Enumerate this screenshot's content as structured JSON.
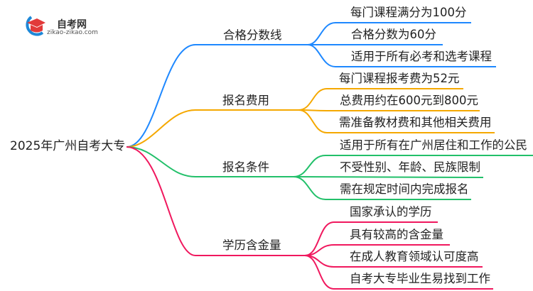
{
  "logo": {
    "title": "自考网",
    "url": "zikao-zikao.com"
  },
  "root": {
    "label": "2025年广州自考大专"
  },
  "colors": {
    "b1": "#1E88FF",
    "b2": "#F5A800",
    "b3": "#22C06A",
    "b4": "#F0185E"
  },
  "branches": [
    {
      "label": "合格分数线",
      "children": [
        "每门课程满分为100分",
        "合格分数为60分",
        "适用于所有必考和选考课程"
      ]
    },
    {
      "label": "报名费用",
      "children": [
        "每门课程报考费为52元",
        "总费用约在600元到800元",
        "需准备教材费和其他相关费用"
      ]
    },
    {
      "label": "报名条件",
      "children": [
        "适用于所有在广州居住和工作的公民",
        "不受性别、年龄、民族限制",
        "需在规定时间内完成报名"
      ]
    },
    {
      "label": "学历含金量",
      "children": [
        "国家承认的学历",
        "具有较高的含金量",
        "在成人教育领域认可度高",
        "自考大专毕业生易找到工作"
      ]
    }
  ]
}
